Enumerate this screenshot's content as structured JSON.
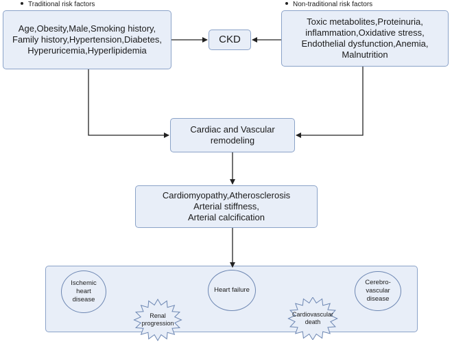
{
  "headings": {
    "traditional": "Traditional risk factors",
    "non_traditional": "Non-traditional risk factors"
  },
  "boxes": {
    "traditional": "Age,Obesity,Male,Smoking history, Family history,Hypertension,Diabetes, Hyperuricemia,Hyperlipidemia",
    "ckd": "CKD",
    "non_traditional": "Toxic metabolites,Proteinuria, inflammation,Oxidative stress, Endothelial dysfunction,Anemia, Malnutrition",
    "remodeling": "Cardiac and Vascular remodeling",
    "pathology_line1": "Cardiomyopathy,Atherosclerosis",
    "pathology_line2": "Arterial stiffness,",
    "pathology_line3": "Arterial calcification"
  },
  "outcomes": {
    "ischemic": "Ischemic heart disease",
    "heart_failure": "Heart failure",
    "cerebrovascular": "Cerebro- vascular disease",
    "renal": "Renal progression",
    "cv_death": "Cardiovascular death"
  },
  "colors": {
    "box_fill": "#e8eef8",
    "box_border": "#8aa2c8",
    "arrow": "#222222"
  }
}
